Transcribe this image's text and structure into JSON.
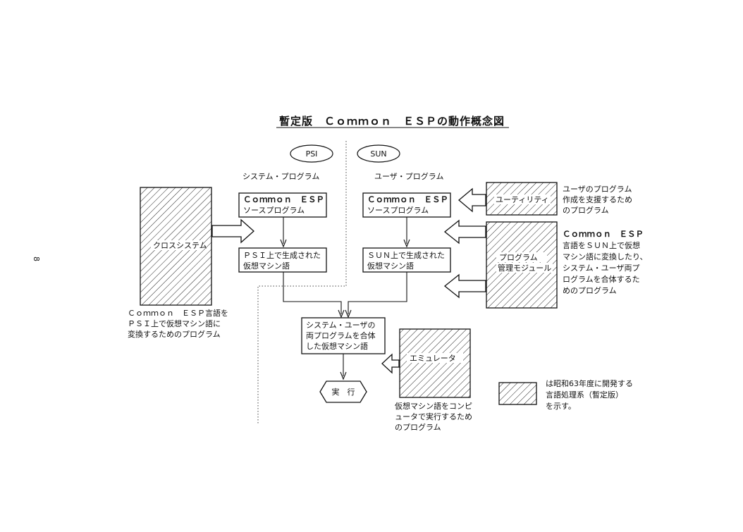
{
  "title": "暫定版　Ｃｏｍｍｏｎ　ＥＳＰの動作概念図",
  "page_number": "8",
  "ovals": {
    "psi": "PSI",
    "sun": "SUN"
  },
  "headers": {
    "system": "システム・プログラム",
    "user": "ユーザ・プログラム"
  },
  "cross_system": {
    "label": "クロスシステム",
    "caption": [
      "Ｃｏｍｍｏｎ　ＥＳＰ言語を",
      "ＰＳＩ上で仮想マシン語に",
      "変換するためのプログラム"
    ]
  },
  "psi_source": [
    "Ｃｏｍｍｏｎ　ＥＳＰ",
    "ソースプログラム"
  ],
  "psi_generated": [
    "ＰＳＩ上で生成された",
    "仮想マシン語"
  ],
  "sun_source": [
    "Ｃｏｍｍｏｎ　ＥＳＰ",
    "ソースプログラム"
  ],
  "sun_generated": [
    "ＳＵＮ上で生成された",
    "仮想マシン語"
  ],
  "utility": {
    "label": "ユーティリティ",
    "caption": [
      "ユーザのプログラム",
      "作成を支援するため",
      "のプログラム"
    ]
  },
  "pm_module": {
    "label": [
      "プログラム",
      "管理モジュール"
    ],
    "caption": [
      "Ｃｏｍｍｏｎ　ＥＳＰ",
      "言語をＳＵＮ上で仮想",
      "マシン語に変換したり、",
      "システム・ユーザ両プ",
      "ログラムを合体するた",
      "めのプログラム"
    ]
  },
  "combined": [
    "システム・ユーザの",
    "両プログラムを合体",
    "した仮想マシン語"
  ],
  "emulator": {
    "label": "エミュレータ",
    "caption": [
      "仮想マシン語をコンピ",
      "ュータで実行するため",
      "のプログラム"
    ]
  },
  "execute": "実　行",
  "legend": [
    "は昭和63年度に開発する",
    "言語処理系（暫定版）",
    "を示す。"
  ]
}
